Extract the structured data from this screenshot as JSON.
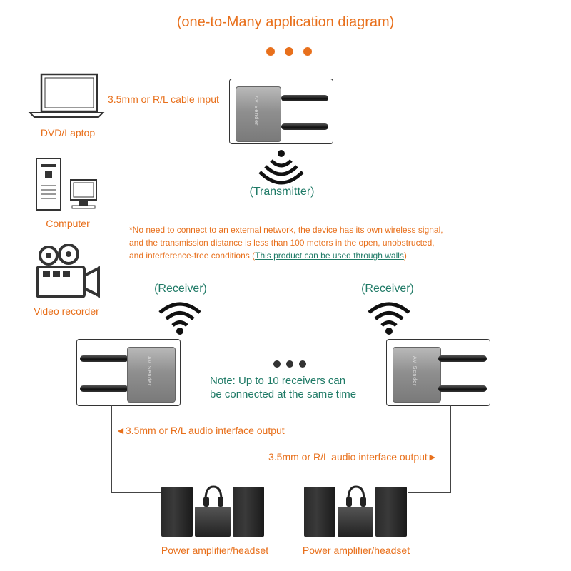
{
  "title": "(one-to-Many application diagram)",
  "sources": {
    "laptop_label": "DVD/Laptop",
    "computer_label": "Computer",
    "video_label": "Video recorder"
  },
  "transmitter": {
    "input_label": "3.5mm or R/L cable input",
    "label": "(Transmitter)",
    "device_text": "AV Sender"
  },
  "notice": {
    "line1": "*No need to connect to an external network, the device has its own wireless signal,",
    "line2": "and the transmission distance is less than 100 meters in the open, unobstructed,",
    "line3_prefix": "and interference-free conditions (",
    "line3_highlight": "This product can be used through walls",
    "line3_suffix": ")"
  },
  "receivers": {
    "left_label": "(Receiver)",
    "right_label": "(Receiver)",
    "device_text": "AV Sender"
  },
  "capacity_note": {
    "line1_prefix": "Note: Up to ",
    "count": "10",
    "line1_suffix": " receivers can",
    "line2": "be connected at the same time"
  },
  "outputs": {
    "left_label": "◄3.5mm or R/L audio interface output",
    "right_label": "3.5mm or R/L audio interface output►"
  },
  "amplifiers": {
    "left_label": "Power amplifier/headset",
    "right_label": "Power amplifier/headset"
  },
  "colors": {
    "accent": "#e8701c",
    "teal": "#1f7a66",
    "dark": "#222222"
  },
  "icons": [
    "laptop-icon",
    "computer-icon",
    "video-recorder-icon",
    "wifi-signal-icon",
    "wireless-broadcast-icon"
  ]
}
